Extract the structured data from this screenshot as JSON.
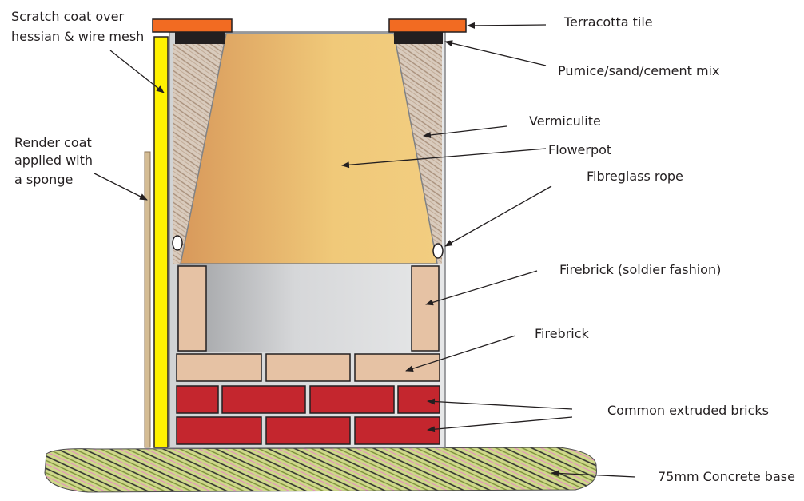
{
  "labels": {
    "terracotta_tile": "Terracotta tile",
    "pumice_mix": "Pumice/sand/cement mix",
    "vermiculite": "Vermiculite",
    "flowerpot": "Flowerpot",
    "fibreglass_rope": "Fibreglass rope",
    "firebrick_soldier": "Firebrick (soldier fashion)",
    "firebrick": "Firebrick",
    "common_bricks": "Common extruded bricks",
    "concrete_base": "75mm Concrete base",
    "scratch_coat_line1": "Scratch coat over",
    "scratch_coat_line2": "hessian & wire mesh",
    "render_coat_line1": "Render coat",
    "render_coat_line2": "applied with",
    "render_coat_line3": "a sponge"
  },
  "colors": {
    "tile": "#f26b22",
    "pumice": "#231f20",
    "flowerpot_dark": "#d8995b",
    "flowerpot_light": "#f0c979",
    "firebrick": "#e6c2a4",
    "common_brick": "#c4262e",
    "scratch_coat": "#fff200",
    "render_coat": "#d4bc94",
    "vermiculite": "#b9a391",
    "chamber_grey": "#c7c8ca"
  }
}
